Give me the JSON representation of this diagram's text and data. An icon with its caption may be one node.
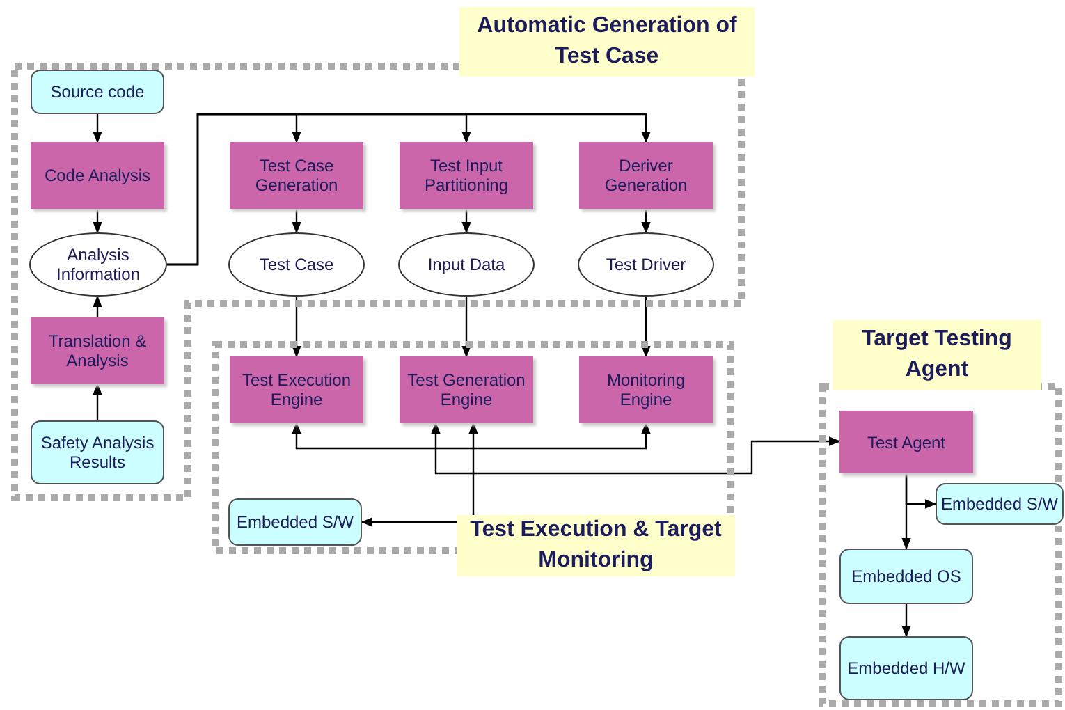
{
  "diagram": {
    "nodes": [
      {
        "text": [
          "Automatic Generation of Test Case"
        ]
      },
      {
        "text": [
          "Source code"
        ],
        "in": 0
      },
      {
        "text": [
          "Code Analysis"
        ],
        "in": 0
      },
      {
        "text": [
          "Analysis Information"
        ],
        "in": 0
      },
      {
        "text": [
          "Translation & Analysis"
        ],
        "in": 0
      },
      {
        "text": [
          "Safety Analysis Results"
        ],
        "in": 0
      },
      {
        "text": [
          "Test Case Generation"
        ],
        "in": 0
      },
      {
        "text": [
          "Test Input Partitioning"
        ],
        "in": 0
      },
      {
        "text": [
          "Deriver Generation"
        ],
        "in": 0
      },
      {
        "text": [
          "Test Case"
        ],
        "in": 0
      },
      {
        "text": [
          "Input Data"
        ],
        "in": 0
      },
      {
        "text": [
          "Test Driver"
        ],
        "in": 0
      },
      {
        "text": [
          "Test Execution & Target Monitoring"
        ]
      },
      {
        "text": [
          "Test Execution Engine"
        ],
        "in": 12
      },
      {
        "text": [
          "Test Generation Engine"
        ],
        "in": 12
      },
      {
        "text": [
          "Monitoring Engine"
        ],
        "in": 12
      },
      {
        "text": [
          "Embedded S/W"
        ],
        "in": 12
      },
      {
        "text": [
          "Target Testing Agent"
        ]
      },
      {
        "text": [
          "Test Agent"
        ],
        "in": 17
      },
      {
        "text": [
          "Embedded S/W"
        ],
        "in": 17
      },
      {
        "text": [
          "Embedded OS"
        ],
        "in": 17
      },
      {
        "text": [
          "Embedded H/W"
        ],
        "in": 17
      }
    ],
    "edges": [
      {
        "from": 1,
        "to": 2,
        "arrow": "to"
      },
      {
        "from": 2,
        "to": 3,
        "arrow": "to"
      },
      {
        "from": 4,
        "to": 3,
        "arrow": "to"
      },
      {
        "from": 5,
        "to": 4,
        "arrow": "to"
      },
      {
        "from": 3,
        "to": 6,
        "arrow": "to"
      },
      {
        "from": 3,
        "to": 7,
        "arrow": "to"
      },
      {
        "from": 3,
        "to": 8,
        "arrow": "to"
      },
      {
        "from": 6,
        "to": 9,
        "arrow": "to"
      },
      {
        "from": 7,
        "to": 10,
        "arrow": "to"
      },
      {
        "from": 8,
        "to": 11,
        "arrow": "to"
      },
      {
        "from": 9,
        "to": 13,
        "arrow": "to"
      },
      {
        "from": 10,
        "to": 14,
        "arrow": "to"
      },
      {
        "from": 11,
        "to": 15,
        "arrow": "to"
      },
      {
        "from": 13,
        "to": 15,
        "arrow": "both"
      },
      {
        "from": 14,
        "to": 18,
        "arrow": "both"
      },
      {
        "from": 14,
        "to": 16,
        "arrow": "both"
      },
      {
        "from": 18,
        "to": 19,
        "arrow": "to"
      },
      {
        "from": 18,
        "to": 20,
        "arrow": "to"
      },
      {
        "from": 20,
        "to": 21,
        "arrow": "to"
      }
    ]
  }
}
